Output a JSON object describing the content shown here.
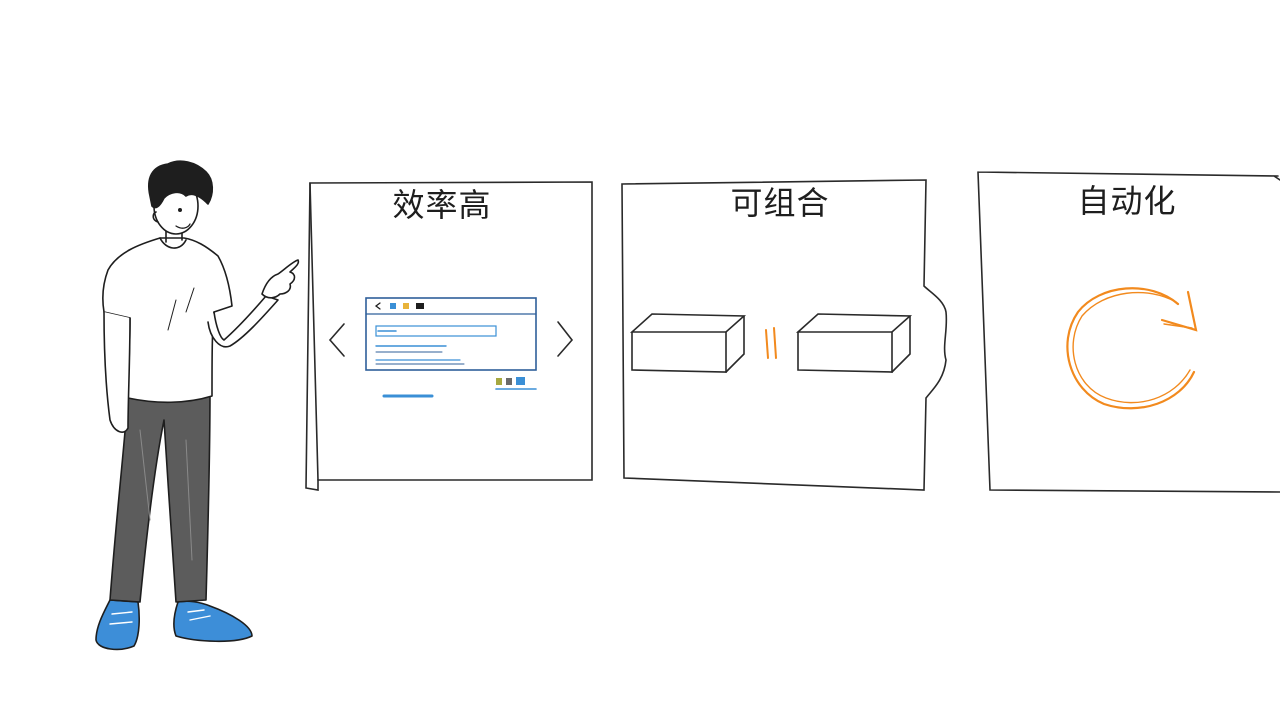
{
  "panels": [
    {
      "title": "效率高",
      "icon": "browser-window-icon"
    },
    {
      "title": "可组合",
      "icon": "blocks-icon"
    },
    {
      "title": "自动化",
      "icon": "cycle-arrow-icon"
    }
  ],
  "colors": {
    "ink": "#1e1e1e",
    "accent_orange": "#f28a1e",
    "accent_blue": "#3a8fd6",
    "pants_gray": "#5c5c5c",
    "shoe_blue": "#3d8ed8"
  }
}
